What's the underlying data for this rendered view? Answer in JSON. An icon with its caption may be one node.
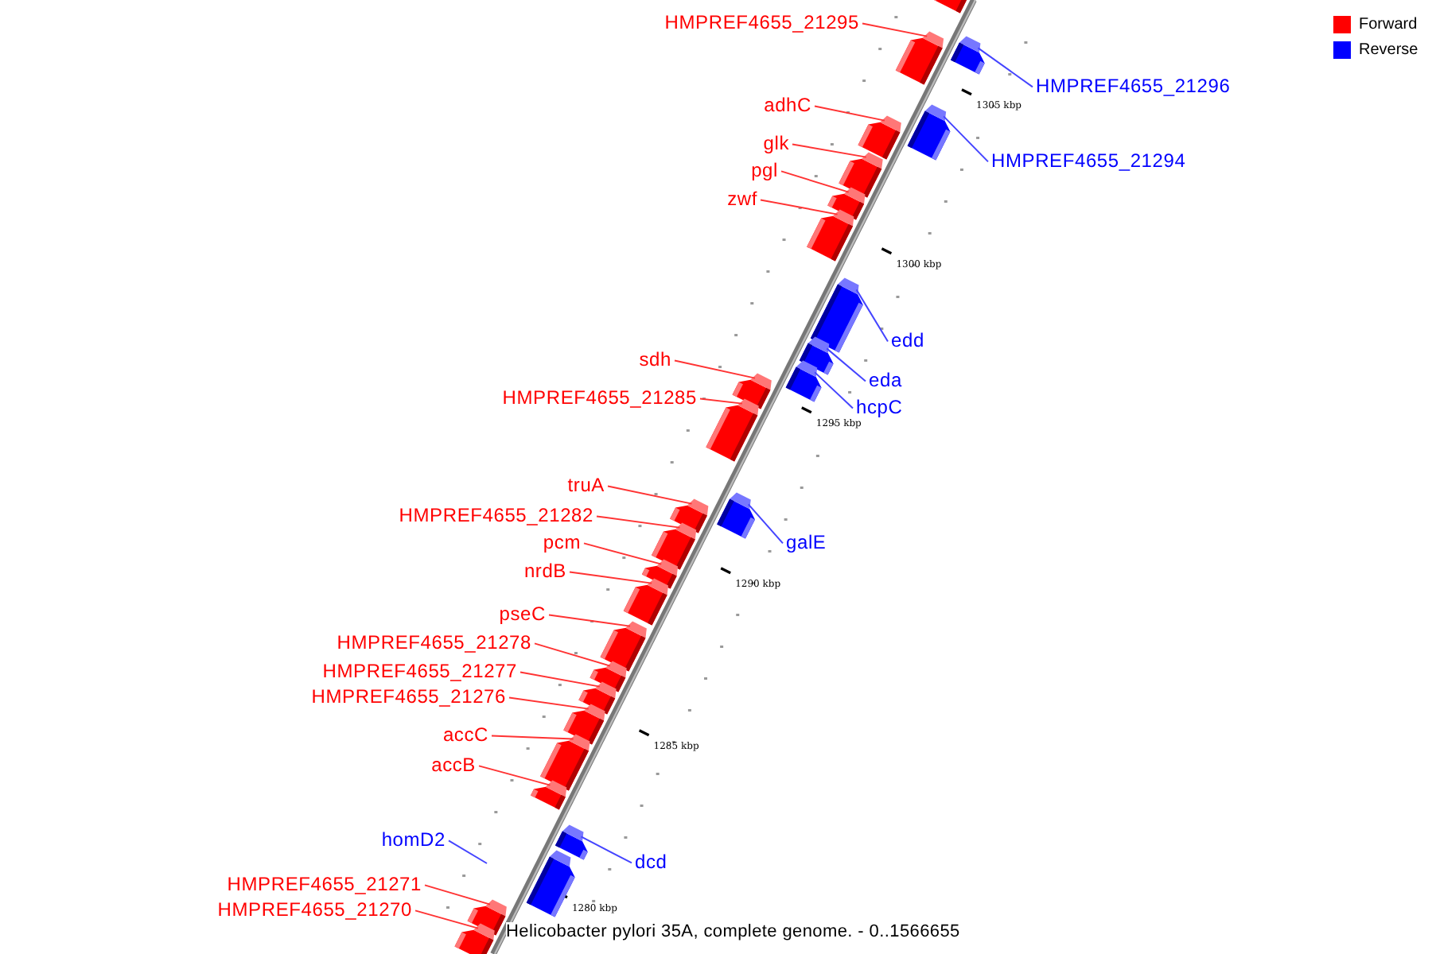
{
  "diagram": {
    "caption": "Helicobacter pylori 35A, complete genome. - 0..1566655",
    "nodes": [
      {
        "text": [],
        "shape": "bar"
      },
      {
        "text": [
          "HMPREF4655_21295"
        ]
      },
      {
        "text": [],
        "shape": "bar"
      },
      {
        "text": [
          "HMPREF4655_21296"
        ]
      },
      {
        "text": [],
        "shape": "bar"
      },
      {
        "text": [
          "adhC"
        ]
      },
      {
        "text": [],
        "shape": "bar"
      },
      {
        "text": [
          "HMPREF4655_21294"
        ]
      },
      {
        "text": [],
        "shape": "bar"
      },
      {
        "text": [
          "glk"
        ]
      },
      {
        "text": [],
        "shape": "bar"
      },
      {
        "text": [
          "pgl"
        ]
      },
      {
        "text": [],
        "shape": "bar"
      },
      {
        "text": [
          "zwf"
        ]
      },
      {
        "text": [],
        "shape": "bar"
      },
      {
        "text": [
          "edd"
        ]
      },
      {
        "text": [],
        "shape": "bar"
      },
      {
        "text": [
          "eda"
        ]
      },
      {
        "text": [],
        "shape": "bar"
      },
      {
        "text": [
          "sdh"
        ]
      },
      {
        "text": [],
        "shape": "bar"
      },
      {
        "text": [
          "hcpC"
        ]
      },
      {
        "text": [],
        "shape": "bar"
      },
      {
        "text": [
          "HMPREF4655_21285"
        ]
      },
      {
        "text": [],
        "shape": "bar"
      },
      {
        "text": [
          "truA"
        ]
      },
      {
        "text": [],
        "shape": "bar"
      },
      {
        "text": [
          "HMPREF4655_21282"
        ]
      },
      {
        "text": [],
        "shape": "bar"
      },
      {
        "text": [
          "galE"
        ]
      },
      {
        "text": [],
        "shape": "bar"
      },
      {
        "text": [
          "pcm"
        ]
      },
      {
        "text": [],
        "shape": "bar"
      },
      {
        "text": [
          "nrdB"
        ]
      },
      {
        "text": [],
        "shape": "bar"
      },
      {
        "text": [
          "pseC"
        ]
      },
      {
        "text": [],
        "shape": "bar"
      },
      {
        "text": [
          "HMPREF4655_21278"
        ]
      },
      {
        "text": [],
        "shape": "bar"
      },
      {
        "text": [
          "HMPREF4655_21277"
        ]
      },
      {
        "text": [],
        "shape": "bar"
      },
      {
        "text": [
          "HMPREF4655_21276"
        ]
      },
      {
        "text": [],
        "shape": "bar"
      },
      {
        "text": [
          "accC"
        ]
      },
      {
        "text": [],
        "shape": "bar"
      },
      {
        "text": [
          "accB"
        ]
      },
      {
        "text": [],
        "shape": "bar"
      },
      {
        "text": [
          "homD2"
        ]
      },
      {
        "text": [
          "dcd"
        ]
      },
      {
        "text": [],
        "shape": "bar"
      },
      {
        "text": [],
        "shape": "bar"
      },
      {
        "text": [
          "HMPREF4655_21271"
        ]
      },
      {
        "text": [],
        "shape": "bar"
      },
      {
        "text": [
          "HMPREF4655_21270"
        ]
      },
      {
        "text": [],
        "shape": "bar"
      }
    ],
    "edges": [
      {
        "from": 1,
        "to": 2,
        "arrow": "none"
      },
      {
        "from": 3,
        "to": 4,
        "arrow": "none",
        "color": "#4444ff"
      },
      {
        "from": 5,
        "to": 6,
        "arrow": "none"
      },
      {
        "from": 7,
        "to": 8,
        "arrow": "none",
        "color": "#4444ff"
      },
      {
        "from": 9,
        "to": 10,
        "arrow": "none"
      },
      {
        "from": 11,
        "to": 12,
        "arrow": "none"
      },
      {
        "from": 13,
        "to": 14,
        "arrow": "none"
      },
      {
        "from": 15,
        "to": 16,
        "arrow": "none",
        "color": "#4444ff"
      },
      {
        "from": 17,
        "to": 18,
        "arrow": "none",
        "color": "#4444ff"
      },
      {
        "from": 19,
        "to": 20,
        "arrow": "none"
      },
      {
        "from": 21,
        "to": 22,
        "arrow": "none",
        "color": "#4444ff"
      },
      {
        "from": 23,
        "to": 24,
        "arrow": "none"
      },
      {
        "from": 25,
        "to": 26,
        "arrow": "none"
      },
      {
        "from": 27,
        "to": 28,
        "arrow": "none"
      },
      {
        "from": 29,
        "to": 30,
        "arrow": "none",
        "color": "#4444ff"
      },
      {
        "from": 31,
        "to": 32,
        "arrow": "none"
      },
      {
        "from": 33,
        "to": 34,
        "arrow": "none"
      },
      {
        "from": 35,
        "to": 36,
        "arrow": "none"
      },
      {
        "from": 37,
        "to": 38,
        "arrow": "none"
      },
      {
        "from": 39,
        "to": 40,
        "arrow": "none"
      },
      {
        "from": 41,
        "to": 42,
        "arrow": "none"
      },
      {
        "from": 43,
        "to": 44,
        "arrow": "none"
      },
      {
        "from": 45,
        "to": 46,
        "arrow": "none"
      },
      {
        "from": 47,
        "to": null,
        "arrow": "none",
        "color": "#4444ff"
      },
      {
        "from": 48,
        "to": 49,
        "arrow": "none",
        "color": "#4444ff"
      },
      {
        "from": 51,
        "to": 52,
        "arrow": "none"
      },
      {
        "from": 53,
        "to": 54,
        "arrow": "none"
      }
    ],
    "labels": [
      "1305 kbp",
      "1300 kbp",
      "1295 kbp",
      "1290 kbp",
      "1285 kbp",
      "1280 kbp"
    ],
    "legend": [
      {
        "text": "Forward",
        "color": "#ff0000"
      },
      {
        "text": "Reverse",
        "color": "#0000ff"
      }
    ]
  }
}
